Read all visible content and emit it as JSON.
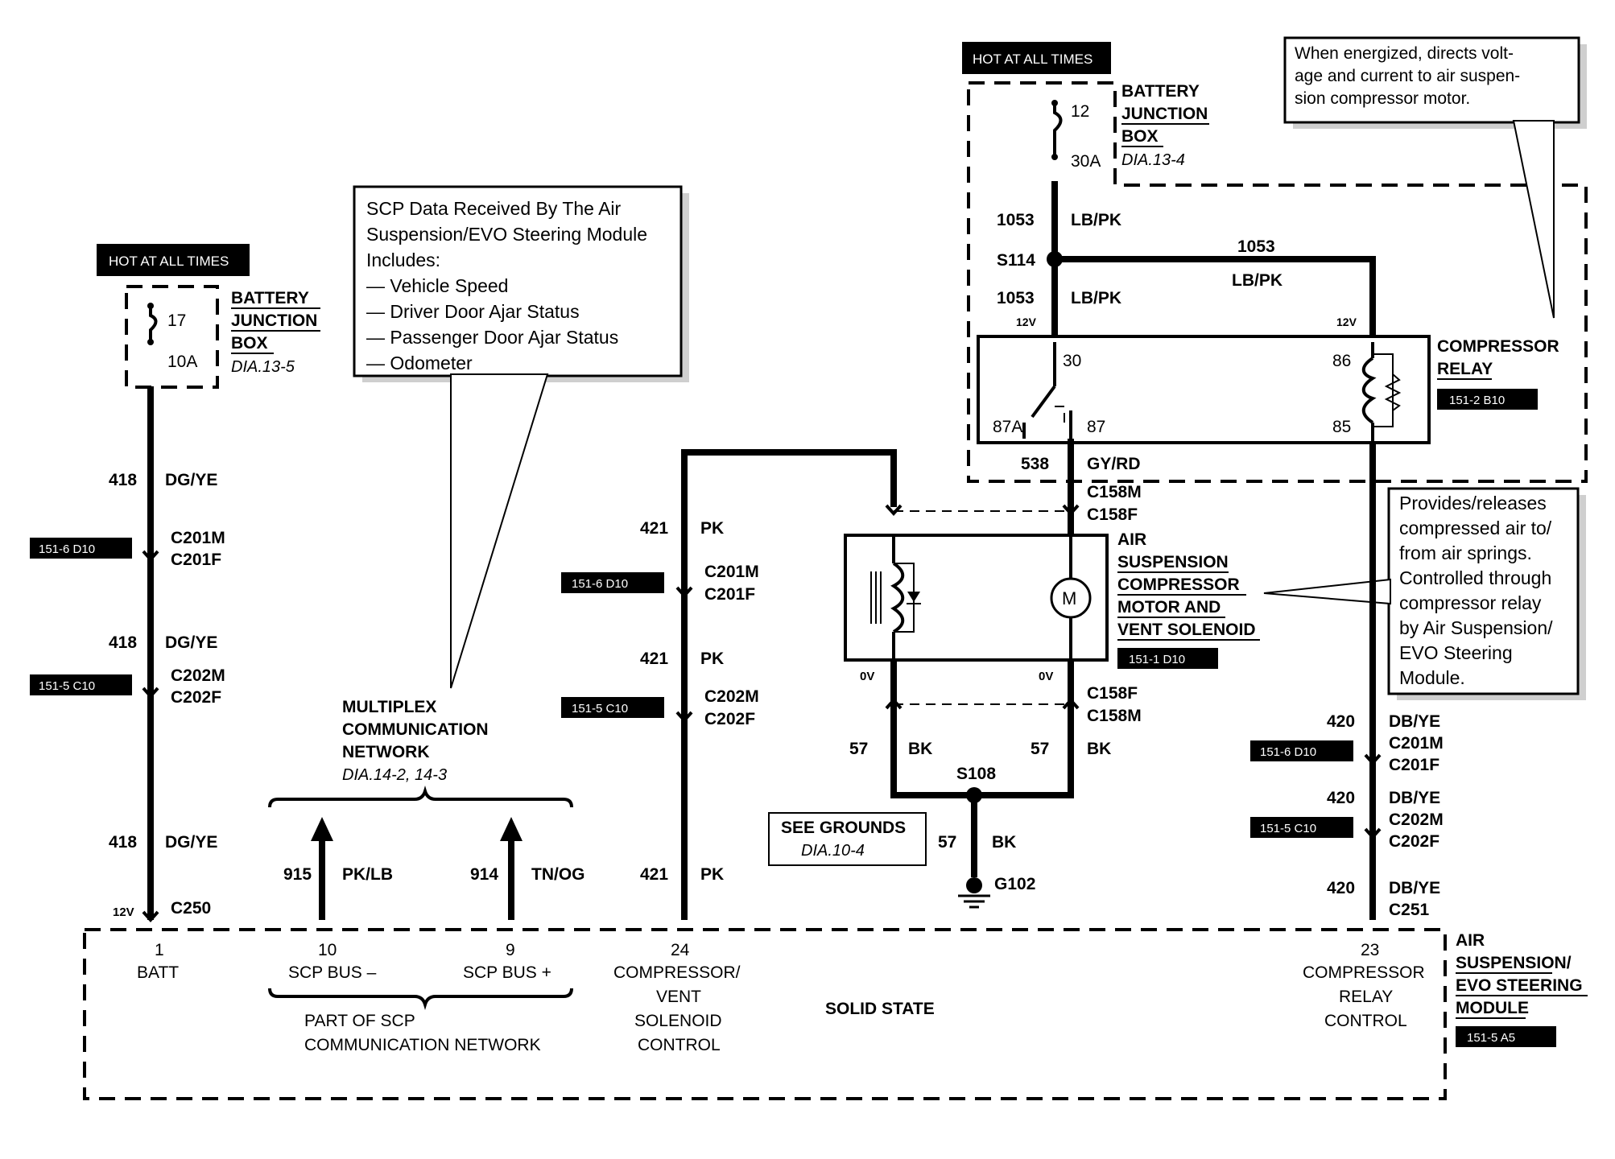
{
  "hot_label": "HOT AT ALL TIMES",
  "bjb_left": {
    "line1": "BATTERY",
    "line2": "JUNCTION",
    "line3": "BOX",
    "dia": "DIA.13-5",
    "fuse_num": "17",
    "fuse_amp": "10A"
  },
  "bjb_right": {
    "line1": "BATTERY",
    "line2": "JUNCTION",
    "line3": "BOX",
    "dia": "DIA.13-4",
    "fuse_num": "12",
    "fuse_amp": "30A"
  },
  "callout_scp": {
    "l1": "SCP Data Received By The Air",
    "l2": "Suspension/EVO Steering Module",
    "l3": "Includes:",
    "l4": "— Vehicle Speed",
    "l5": "— Driver Door Ajar Status",
    "l6": "— Passenger Door Ajar Status",
    "l7": "— Odometer"
  },
  "callout_relay": {
    "l1": "When energized, directs volt-",
    "l2": "age and current to air suspen-",
    "l3": "sion compressor motor."
  },
  "callout_comp": {
    "l1": "Provides/releases",
    "l2": "compressed air to/",
    "l3": "from air springs.",
    "l4": "Controlled through",
    "l5": "compressor relay",
    "l6": "by Air Suspension/",
    "l7": "EVO Steering",
    "l8": "Module."
  },
  "wires": {
    "w418": "418",
    "dgye": "DG/YE",
    "w421": "421",
    "pk": "PK",
    "w1053": "1053",
    "lbpk": "LB/PK",
    "w538": "538",
    "gyrd": "GY/RD",
    "w57": "57",
    "bk": "BK",
    "w420": "420",
    "dbye": "DB/YE",
    "w915": "915",
    "pklb": "PK/LB",
    "w914": "914",
    "tnog": "TN/OG"
  },
  "connectors": {
    "c201m": "C201M",
    "c201f": "C201F",
    "c202m": "C202M",
    "c202f": "C202F",
    "c250": "C250",
    "c158m": "C158M",
    "c158f": "C158F",
    "c251": "C251",
    "s114": "S114",
    "s108": "S108",
    "g102": "G102"
  },
  "refs": {
    "r6d10": "151-6 D10",
    "r5c10": "151-5 C10",
    "r2b10": "151-2 B10",
    "r1d10": "151-1 D10",
    "r5a5": "151-5 A5"
  },
  "voltages": {
    "v12": "12V",
    "v0": "0V"
  },
  "relay": {
    "t1": "COMPRESSOR",
    "t2": "RELAY",
    "p30": "30",
    "p86": "86",
    "p87a": "87A",
    "p87": "87",
    "p85": "85"
  },
  "motor": {
    "t1": "AIR",
    "t2": "SUSPENSION",
    "t3": "COMPRESSOR",
    "t4": "MOTOR AND",
    "t5": "VENT SOLENOID",
    "m": "M"
  },
  "mux": {
    "t1": "MULTIPLEX",
    "t2": "COMMUNICATION",
    "t3": "NETWORK",
    "dia": "DIA.14-2, 14-3"
  },
  "grounds": {
    "t1": "SEE GROUNDS",
    "dia": "DIA.10-4"
  },
  "module": {
    "t1": "AIR",
    "t2": "SUSPENSION/",
    "t3": "EVO STEERING",
    "t4": "MODULE",
    "solid": "SOLID STATE",
    "p1": "1",
    "batt": "BATT",
    "p10": "10",
    "scpm": "SCP BUS –",
    "p9": "9",
    "scpp": "SCP BUS +",
    "p24": "24",
    "cv1": "COMPRESSOR/",
    "cv2": "VENT",
    "cv3": "SOLENOID",
    "cv4": "CONTROL",
    "p23": "23",
    "cr1": "COMPRESSOR",
    "cr2": "RELAY",
    "cr3": "CONTROL",
    "part1": "PART  OF SCP",
    "part2": "COMMUNICATION NETWORK"
  }
}
